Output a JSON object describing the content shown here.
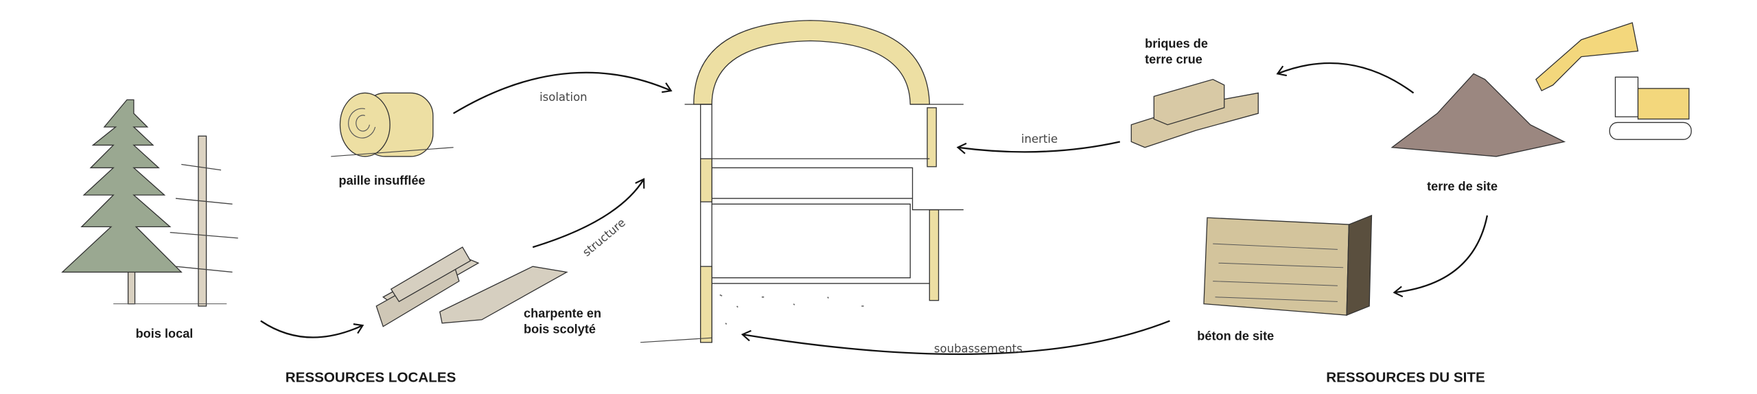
{
  "colors": {
    "tree_green": "#9aa891",
    "straw": "#eddfa3",
    "wood": "#d6cfc0",
    "earth_brick": "#d8c9a5",
    "soil": "#9b8780",
    "excavator": "#f3d77c",
    "concrete": "#d3c49c"
  },
  "sections": {
    "local": "RESSOURCES LOCALES",
    "site": "RESSOURCES DU SITE"
  },
  "items": {
    "bois_local": "bois local",
    "paille": "paille insufflée",
    "charpente_1": "charpente en",
    "charpente_2": "bois scolyté",
    "briques_1": "briques de",
    "briques_2": "terre crue",
    "terre": "terre de site",
    "beton": "béton de site"
  },
  "flows": {
    "isolation": "isolation",
    "structure": "structure",
    "inertie": "inertie",
    "soubassements": "soubassements"
  }
}
